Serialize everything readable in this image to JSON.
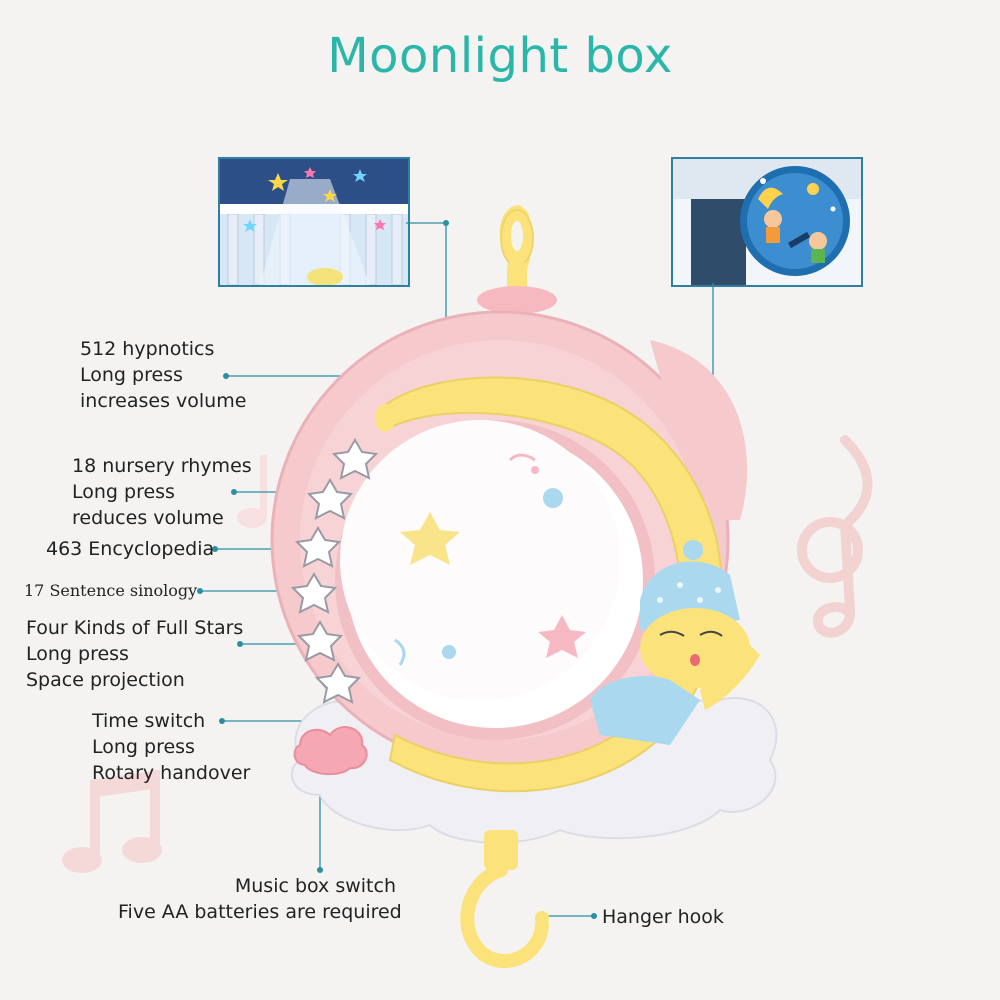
{
  "title": "Moonlight box",
  "labels": {
    "hypnotics": [
      "512 hypnotics",
      "Long press",
      "increases volume"
    ],
    "nursery": [
      "18 nursery rhymes",
      "Long press",
      "reduces volume"
    ],
    "encyclopedia": [
      "463 Encyclopedia"
    ],
    "sinology": [
      "17 Sentence sinology"
    ],
    "stars": [
      "Four Kinds of Full Stars",
      "Long press",
      "Space projection"
    ],
    "time_switch": [
      "Time switch",
      "Long press",
      "Rotary handover"
    ],
    "music_switch": [
      "Music box switch",
      "Five AA batteries are required"
    ],
    "hanger_hook": "Hanger hook"
  },
  "colors": {
    "accent": "#2ab7a9",
    "connector": "#2a8fa3",
    "shell_pink": "#f6c9cc",
    "moon_yellow": "#fbe27a",
    "cap_blue": "#a9d8ef",
    "star_yellow": "#fae48a",
    "star_pink": "#f6b9c4"
  },
  "icons": [
    "star-button-icon",
    "music-note-icon",
    "hanger-hook-icon",
    "cloud-icon",
    "moon-icon"
  ]
}
